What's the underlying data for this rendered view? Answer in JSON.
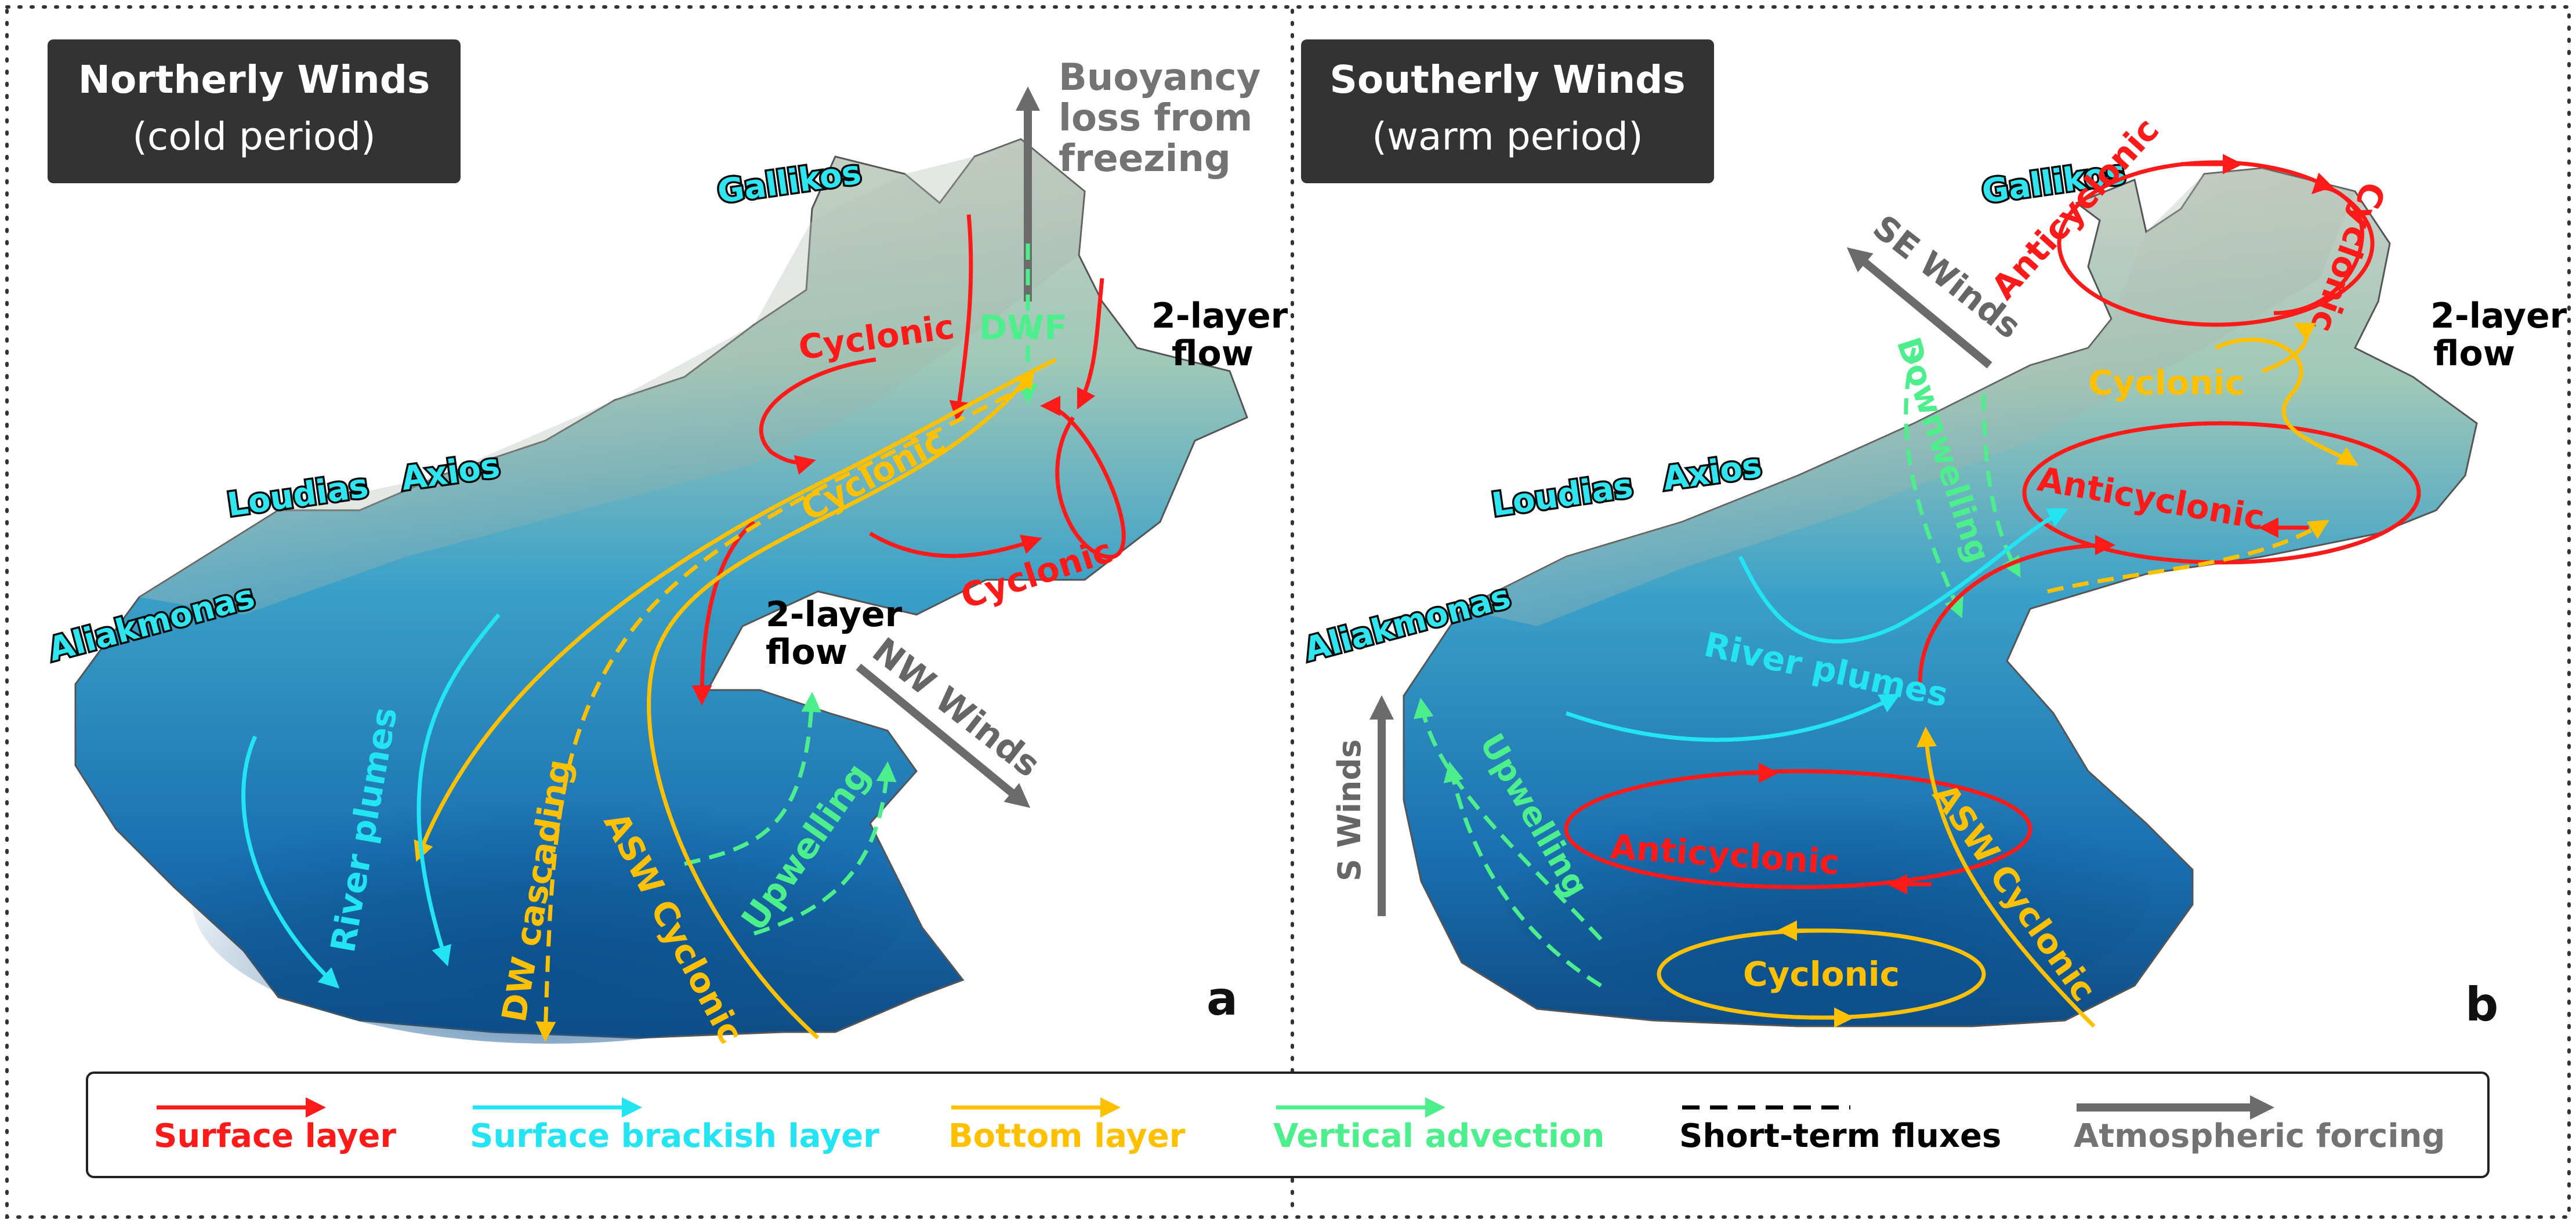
{
  "panel_a": {
    "title": "Northerly Winds",
    "subtitle": "(cold period)",
    "letter": "a",
    "rivers": {
      "gallikos": "Gallikos",
      "loudias": "Loudias",
      "axios": "Axios",
      "aliakmonas": "Aliakmonas"
    },
    "labels": {
      "buoyancy_1": "Buoyancy",
      "buoyancy_2": "loss from",
      "buoyancy_3": "freezing",
      "dwf": "DWF",
      "two_layer_top_1": "2-layer",
      "two_layer_top_2": "flow",
      "two_layer_mid_1": "2-layer",
      "two_layer_mid_2": "flow",
      "cyclonic_red_top": "Cyclonic",
      "cyclonic_red_right": "Cyclonic",
      "cyclonic_yellow": "Cyclonic",
      "nw_winds": "NW Winds",
      "river_plumes": "River plumes",
      "dw_cascading": "DW cascading",
      "asw_cyclonic": "ASW Cyclonic",
      "upwelling": "Upwelling"
    }
  },
  "panel_b": {
    "title": "Southerly Winds",
    "subtitle": "(warm period)",
    "letter": "b",
    "rivers": {
      "gallikos": "Gallikos",
      "loudias": "Loudias",
      "axios": "Axios",
      "aliakmonas": "Aliakmonas"
    },
    "labels": {
      "anticyclonic_top": "Anticyclonic",
      "cyclonic_top": "Cyclonic",
      "two_layer_1": "2-layer",
      "two_layer_2": "flow",
      "se_winds": "SE Winds",
      "downwelling": "Downwelling",
      "cyclonic_yellow": "Cyclonic",
      "anticyclonic_mid": "Anticyclonic",
      "river_plumes": "River plumes",
      "s_winds": "S Winds",
      "upwelling": "Upwelling",
      "anticyclonic_low": "Anticyclonic",
      "asw_cyclonic": "ASW Cyclonic",
      "cyclonic_low": "Cyclonic"
    }
  },
  "legend": {
    "items": [
      {
        "label": "Surface layer",
        "color": "#ff1a1a",
        "style": "solid"
      },
      {
        "label": "Surface brackish layer",
        "color": "#22e4f2",
        "style": "solid"
      },
      {
        "label": "Bottom layer",
        "color": "#ffc000",
        "style": "solid"
      },
      {
        "label": "Vertical advection",
        "color": "#4dee8c",
        "style": "solid"
      },
      {
        "label": "Short-term fluxes",
        "color": "#000000",
        "style": "dashed"
      },
      {
        "label": "Atmospheric forcing",
        "color": "#737373",
        "style": "solid"
      }
    ]
  },
  "colors": {
    "surface": "#ff1a1a",
    "brackish": "#22e4f2",
    "bottom": "#ffc000",
    "vertical": "#4dee8c",
    "atmospheric": "#6b6b6b",
    "title_box": "#333333"
  }
}
